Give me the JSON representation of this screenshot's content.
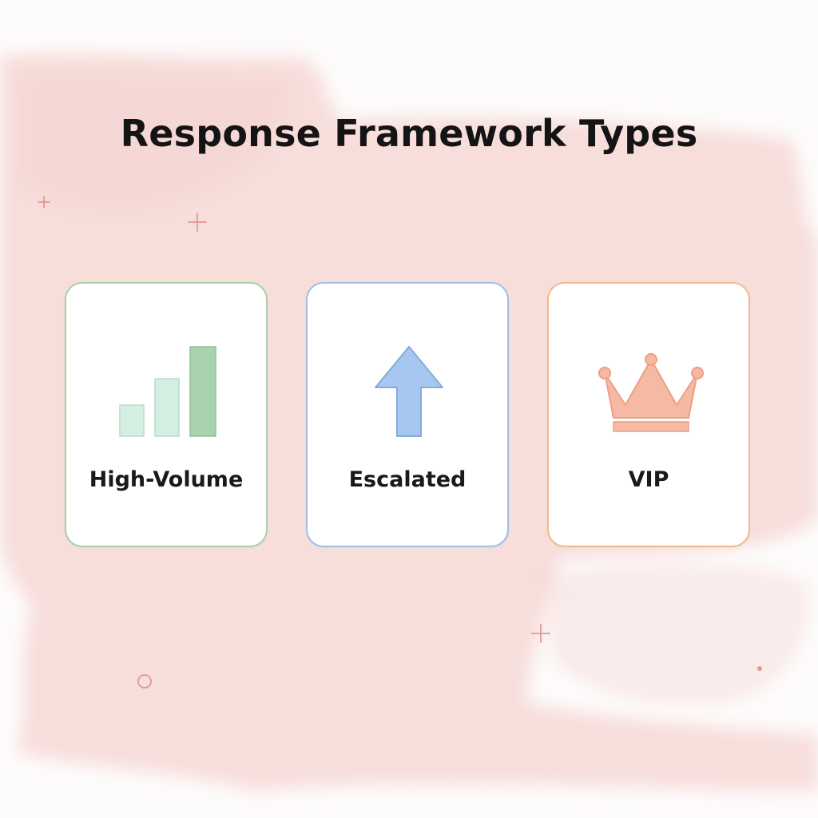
{
  "title": "Response Framework Types",
  "cards": [
    {
      "label": "High-Volume",
      "icon": "bar-chart-icon",
      "accent": "#a9cfa9"
    },
    {
      "label": "Escalated",
      "icon": "up-arrow-icon",
      "accent": "#9dbfe6"
    },
    {
      "label": "VIP",
      "icon": "crown-icon",
      "accent": "#f1b98a"
    }
  ]
}
